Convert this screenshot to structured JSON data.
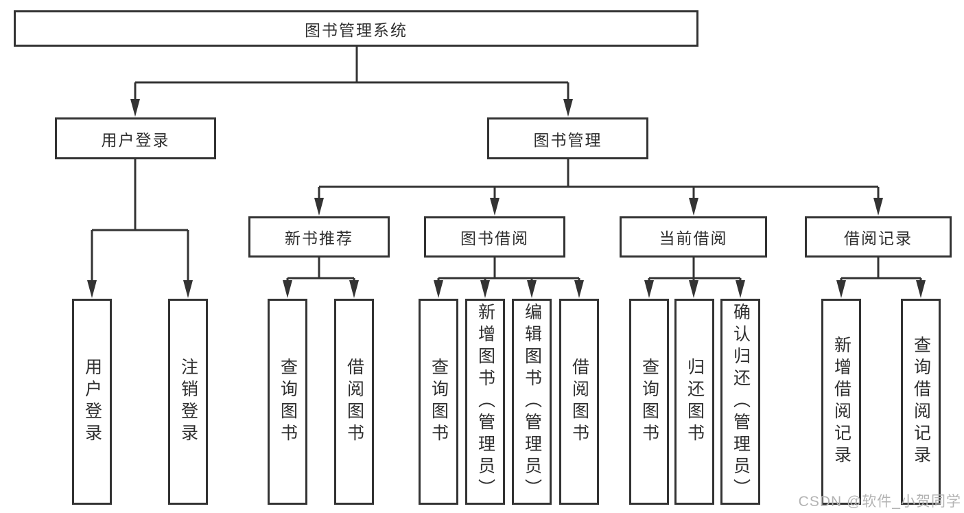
{
  "tree": {
    "root": {
      "label": "图书管理系统"
    },
    "branches": [
      {
        "label": "用户登录",
        "children": [
          {
            "label": "用户登录"
          },
          {
            "label": "注销登录"
          }
        ]
      },
      {
        "label": "图书管理",
        "children": [
          {
            "label": "新书推荐",
            "children": [
              {
                "label": "查询图书"
              },
              {
                "label": "借阅图书"
              }
            ]
          },
          {
            "label": "图书借阅",
            "children": [
              {
                "label": "查询图书"
              },
              {
                "label": "新增图书（管理员）"
              },
              {
                "label": "编辑图书（管理员）"
              },
              {
                "label": "借阅图书"
              }
            ]
          },
          {
            "label": "当前借阅",
            "children": [
              {
                "label": "查询图书"
              },
              {
                "label": "归还图书"
              },
              {
                "label": "确认归还（管理员）"
              }
            ]
          },
          {
            "label": "借阅记录",
            "children": [
              {
                "label": "新增借阅记录"
              },
              {
                "label": "查询借阅记录"
              }
            ]
          }
        ]
      }
    ]
  },
  "watermark": {
    "text": "CSDN @软件_小贺同学"
  },
  "colors": {
    "line": "#333333",
    "box_border": "#333333",
    "text": "#2f2f2f",
    "watermark": "#b3b3b3",
    "background": "#ffffff"
  }
}
